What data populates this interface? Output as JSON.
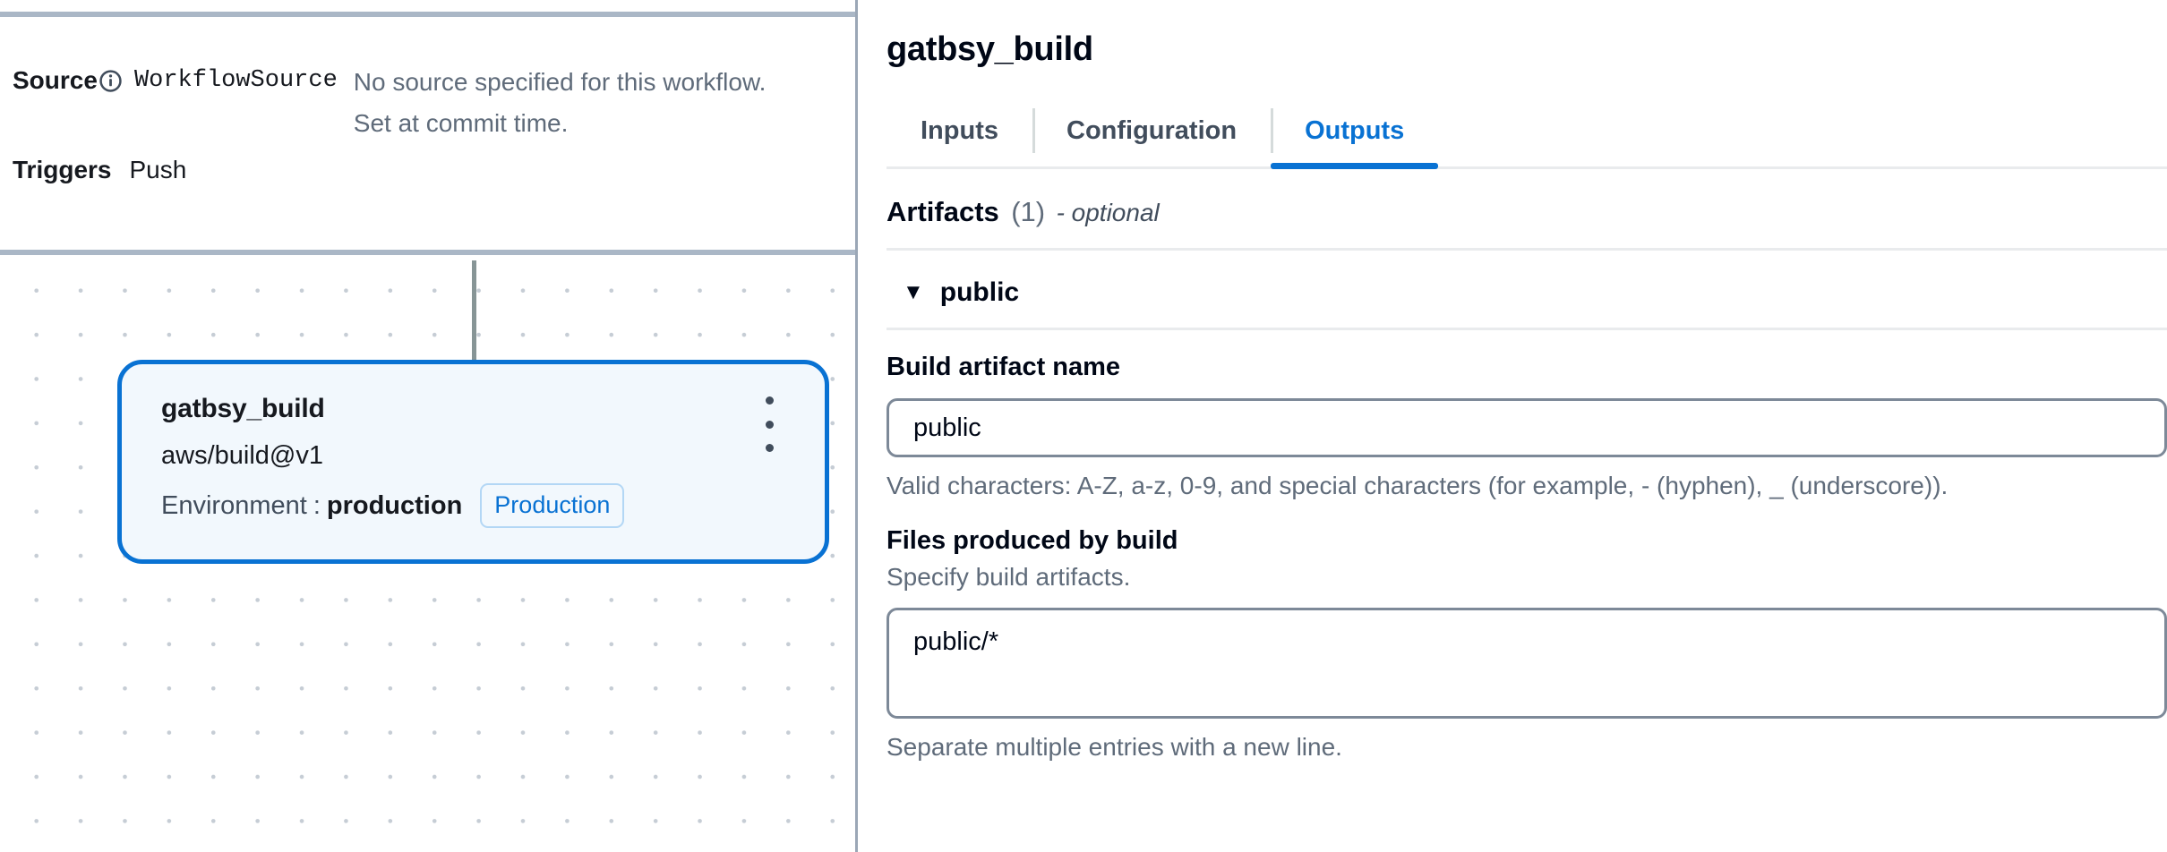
{
  "left": {
    "meta": {
      "source_label": "Source",
      "source_info_icon": "info-circle-icon",
      "source_name": "WorkflowSource",
      "source_desc_line1": "No source specified for this workflow.",
      "source_desc_line2": "Set at commit time.",
      "triggers_label": "Triggers",
      "triggers_value": "Push"
    },
    "canvas": {
      "node": {
        "title": "gatbsy_build",
        "action": "aws/build@v1",
        "env_label": "Environment",
        "env_separator": ":",
        "env_value": "production",
        "env_badge": "Production",
        "menu_icon": "kebab-menu-icon"
      }
    }
  },
  "right": {
    "title": "gatbsy_build",
    "tabs": [
      {
        "label": "Inputs",
        "active": false
      },
      {
        "label": "Configuration",
        "active": false
      },
      {
        "label": "Outputs",
        "active": true
      }
    ],
    "artifacts": {
      "heading": "Artifacts",
      "count": "(1)",
      "optional": "- optional",
      "expander": {
        "caret_icon": "caret-down-icon",
        "label": "public"
      },
      "name_field": {
        "label": "Build artifact name",
        "value": "public",
        "placeholder": "",
        "help": "Valid characters: A-Z, a-z, 0-9, and special characters (for example, - (hyphen), _ (underscore))."
      },
      "files_field": {
        "label": "Files produced by build",
        "description": "Specify build artifacts.",
        "value": "public/*",
        "placeholder": "",
        "help": "Separate multiple entries with a new line."
      }
    }
  },
  "colors": {
    "accent": "#0972d3",
    "node_fill": "#f2f8fd",
    "divider": "#aab7c6",
    "muted_text": "#5f6b7a",
    "dot_grid": "#c6cdd5"
  }
}
